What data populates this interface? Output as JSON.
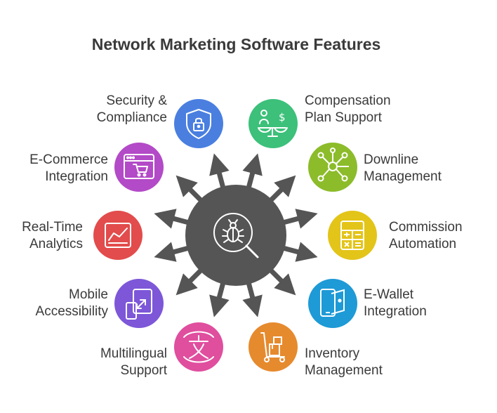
{
  "title": "Network Marketing Software Features",
  "colors": {
    "hub": "#555555",
    "arrow": "#555555",
    "text": "#3a3a3a"
  },
  "features": [
    {
      "id": "security-compliance",
      "lines": [
        "Security &",
        "Compliance"
      ],
      "color": "#4a7fe0",
      "icon": "shield-lock-icon"
    },
    {
      "id": "compensation-plan",
      "lines": [
        "Compensation",
        "Plan Support"
      ],
      "color": "#3cc07a",
      "icon": "balance-scale-icon"
    },
    {
      "id": "downline-management",
      "lines": [
        "Downline",
        "Management"
      ],
      "color": "#8cbc2a",
      "icon": "network-nodes-icon"
    },
    {
      "id": "commission-automation",
      "lines": [
        "Commission",
        "Automation"
      ],
      "color": "#e3c419",
      "icon": "calculator-icon"
    },
    {
      "id": "e-wallet",
      "lines": [
        "E-Wallet",
        "Integration"
      ],
      "color": "#1e9ad6",
      "icon": "wallet-phone-icon"
    },
    {
      "id": "inventory-management",
      "lines": [
        "Inventory",
        "Management"
      ],
      "color": "#e68a2e",
      "icon": "hand-truck-icon"
    },
    {
      "id": "multilingual-support",
      "lines": [
        "Multilingual",
        "Support"
      ],
      "color": "#e04e9e",
      "icon": "language-icon"
    },
    {
      "id": "mobile-accessibility",
      "lines": [
        "Mobile",
        "Accessibility"
      ],
      "color": "#7d57d8",
      "icon": "mobile-resize-icon"
    },
    {
      "id": "real-time-analytics",
      "lines": [
        "Real-Time",
        "Analytics"
      ],
      "color": "#e24c4c",
      "icon": "line-chart-icon"
    },
    {
      "id": "e-commerce",
      "lines": [
        "E-Commerce",
        "Integration"
      ],
      "color": "#b34ac7",
      "icon": "browser-cart-icon"
    }
  ]
}
